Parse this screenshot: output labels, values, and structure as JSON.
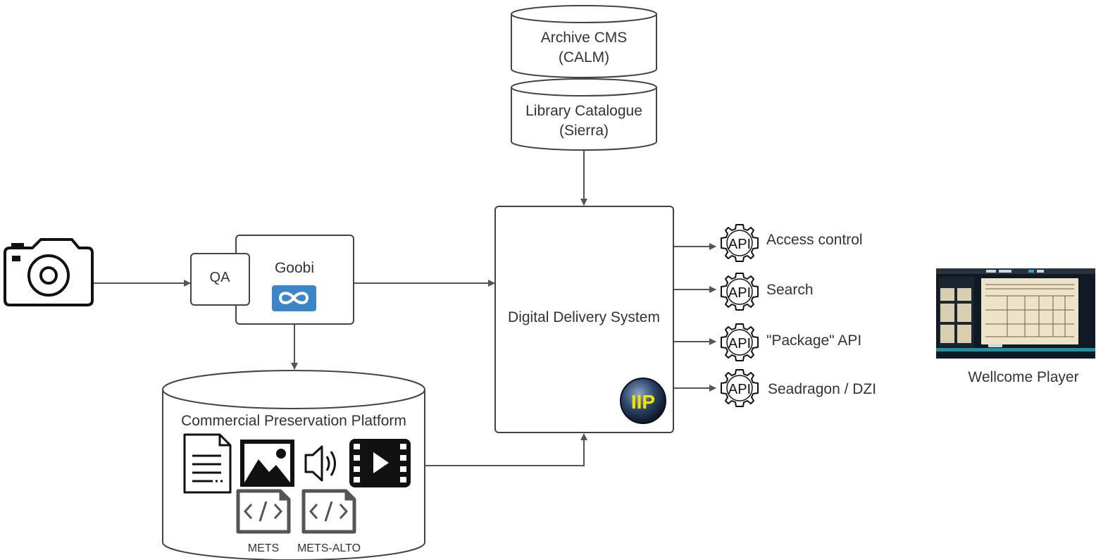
{
  "archive_db": {
    "line1": "Archive CMS",
    "line2": "(CALM)"
  },
  "library_db": {
    "line1": "Library Catalogue",
    "line2": "(Sierra)"
  },
  "qa": {
    "label": "QA"
  },
  "goobi": {
    "label": "Goobi",
    "logo_icon": "infinity-icon",
    "logo_color": "#3a86c8"
  },
  "camera": {
    "icon": "camera-icon"
  },
  "dds": {
    "label": "Digital Delivery System",
    "badge": "IIP",
    "badge_text_color": "#f5e400"
  },
  "preservation": {
    "label": "Commercial Preservation Platform",
    "icons": [
      "document-icon",
      "image-icon",
      "audio-icon",
      "video-icon"
    ],
    "xml_files": [
      "METS",
      "METS-ALTO"
    ]
  },
  "apis": [
    {
      "badge": "API",
      "label": "Access control"
    },
    {
      "badge": "API",
      "label": "Search"
    },
    {
      "badge": "API",
      "label": "\"Package\" API"
    },
    {
      "badge": "API",
      "label": "Seadragon / DZI"
    }
  ],
  "player": {
    "label": "Wellcome Player",
    "thumbnail": "player-screenshot"
  },
  "colors": {
    "line": "#555555",
    "text": "#333333",
    "player_bg": "#0f1a24",
    "player_bar": "#1f8fa3"
  }
}
